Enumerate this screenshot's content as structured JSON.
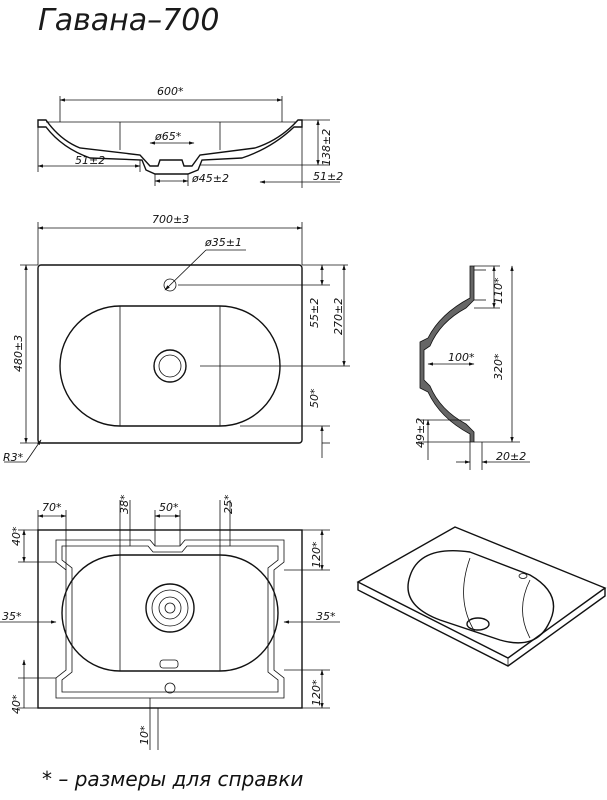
{
  "title": "Гавана–700",
  "note": "*  –  размеры  для  справки",
  "front_view": {
    "width": "600*",
    "drain_top": "ø65*",
    "drain_bottom": "ø45±2",
    "height": "138±2",
    "left_offset": "51±2",
    "right_offset": "51±2"
  },
  "top_view": {
    "width": "700±3",
    "tap_hole": "ø35±1",
    "depth": "480±3",
    "hole_offset": "55±2",
    "bowl_depth": "270±2",
    "bowl_bottom": "50*",
    "corner_radius": "R3*"
  },
  "side_view": {
    "top": "110*",
    "length": "320*",
    "depth": "100*",
    "bottom": "49±2",
    "edge": "20±2"
  },
  "bottom_view": {
    "left_step": "70*",
    "center_offset": "38*",
    "center_width": "50*",
    "right_step": "25*",
    "left_top": "40*",
    "right_top": "120*",
    "left_mid": "35*",
    "right_mid": "35*",
    "left_bottom": "40*",
    "right_bottom": "120*",
    "bottom_edge": "10*"
  },
  "colors": {
    "line": "#111111",
    "section": "#666666",
    "background": "#ffffff"
  }
}
